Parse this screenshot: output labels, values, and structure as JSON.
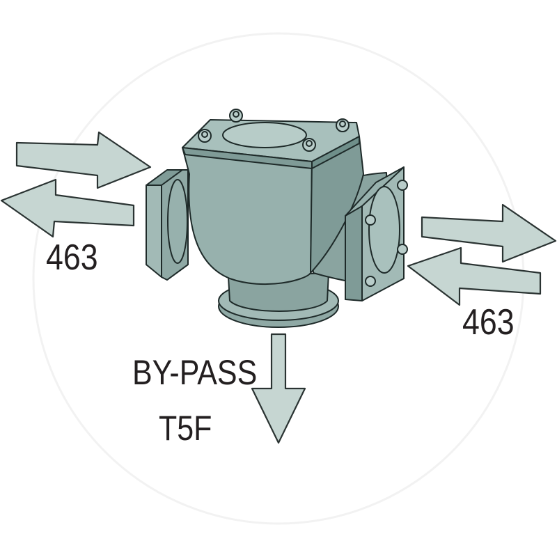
{
  "labels": {
    "left_port": "463",
    "right_port": "463",
    "bottom_line1": "BY-PASS",
    "bottom_line2": "T5F"
  },
  "colors": {
    "body": "#8fa9a5",
    "body_light": "#a9c1bd",
    "body_dark": "#6f8f8a",
    "arrow_fill": "#c6d6d2",
    "outline": "#1e2a29",
    "text": "#231f20"
  },
  "icons": [
    "valve-body-icon",
    "arrow-right-icon",
    "arrow-left-icon",
    "arrow-down-icon"
  ]
}
